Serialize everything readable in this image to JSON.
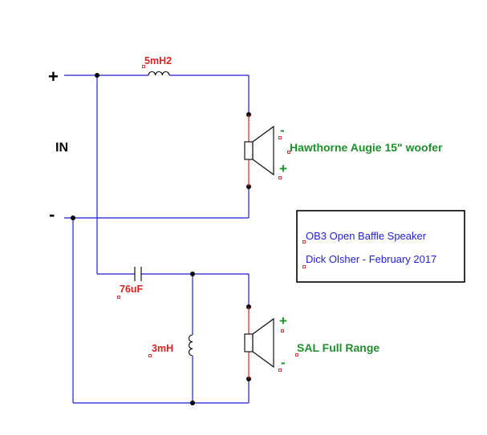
{
  "input": {
    "plus": "+",
    "minus": "-",
    "label": "IN"
  },
  "woofer_filter": {
    "inductor_label": "5mH2"
  },
  "woofer": {
    "label": "Hawthorne Augie 15\" woofer",
    "terminal_top": "-",
    "terminal_bottom": "+"
  },
  "fullrange_filter": {
    "capacitor_label": "76uF",
    "inductor_label": "3mH"
  },
  "fullrange": {
    "label": "SAL Full Range",
    "terminal_top": "+",
    "terminal_bottom": "-"
  },
  "title_block": {
    "line1": "OB3 Open Baffle Speaker",
    "line2": "Dick Olsher - February 2017"
  },
  "colors": {
    "wire": "#1f1fd6",
    "component_label": "#d42424",
    "driver_label": "#1f8f2c"
  }
}
